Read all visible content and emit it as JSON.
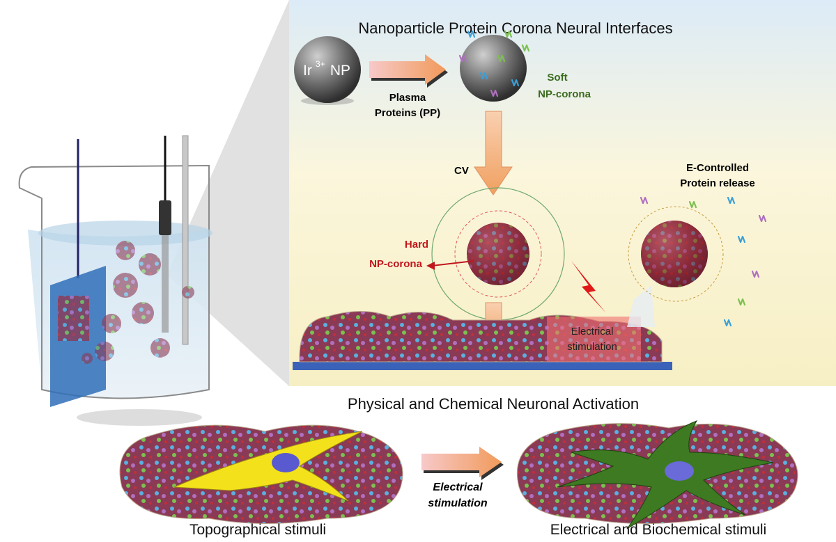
{
  "panel": {
    "title": "Nanoparticle Protein Corona Neural Interfaces",
    "np_label_main": "Ir",
    "np_label_sup": "3+",
    "np_label_end": " NP",
    "plasma_line1": "Plasma",
    "plasma_line2": "Proteins (PP)",
    "soft_line1": "Soft",
    "soft_line2": "NP-corona",
    "cv_label": "CV",
    "release_line1": "E-Controlled",
    "release_line2": "Protein release",
    "hard_line1": "Hard",
    "hard_line2": "NP-corona",
    "estim_line1": "Electrical",
    "estim_line2": "stimulation"
  },
  "bottom": {
    "title": "Physical and Chemical Neuronal Activation",
    "arrow_line1": "Electrical",
    "arrow_line2": "stimulation",
    "left_caption": "Topographical stimuli",
    "right_caption": "Electrical and Biochemical stimuli"
  },
  "colors": {
    "soft": "#3a6b1e",
    "hard": "#c0161b",
    "neuron_left": "#f3e21b",
    "neuron_right": "#3d7a22",
    "arrow": "#f4b07a"
  }
}
